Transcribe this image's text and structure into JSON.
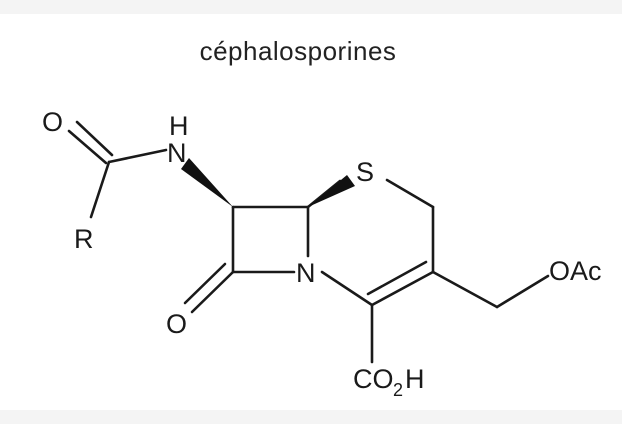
{
  "diagram": {
    "title": "céphalosporines",
    "atoms": {
      "carbonyl_o": "O",
      "amide_h": "H",
      "amide_n": "N",
      "r_group": "R",
      "sulfur": "S",
      "ring_n": "N",
      "lactam_o": "O",
      "acetate": "OAc",
      "carboxyl_co": "CO",
      "carboxyl_sub": "2",
      "carboxyl_h": "H"
    },
    "colors": {
      "ink": "#1a1a1a",
      "background": "#ffffff"
    }
  }
}
